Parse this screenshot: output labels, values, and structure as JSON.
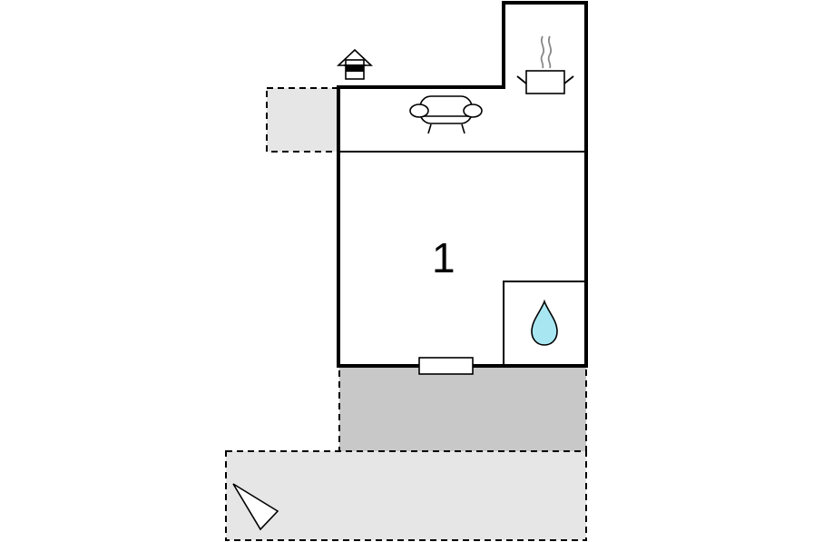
{
  "floor_plan": {
    "rooms": [
      {
        "label": "1"
      }
    ],
    "icons": [
      {
        "name": "fireplace-icon"
      },
      {
        "name": "sofa-icon"
      },
      {
        "name": "cooking-pot-icon"
      },
      {
        "name": "water-drop-icon"
      },
      {
        "name": "door-icon"
      },
      {
        "name": "compass-north-icon"
      }
    ],
    "areas": [
      {
        "name": "balcony-left",
        "style": "dashed-light"
      },
      {
        "name": "terrace",
        "style": "dashed-dark"
      },
      {
        "name": "garden",
        "style": "dashed-light"
      }
    ],
    "colors": {
      "wall": "#000000",
      "terrace_fill": "#c8c8c8",
      "outdoor_fill": "#e6e6e6",
      "water": "#a8e6f2"
    }
  }
}
